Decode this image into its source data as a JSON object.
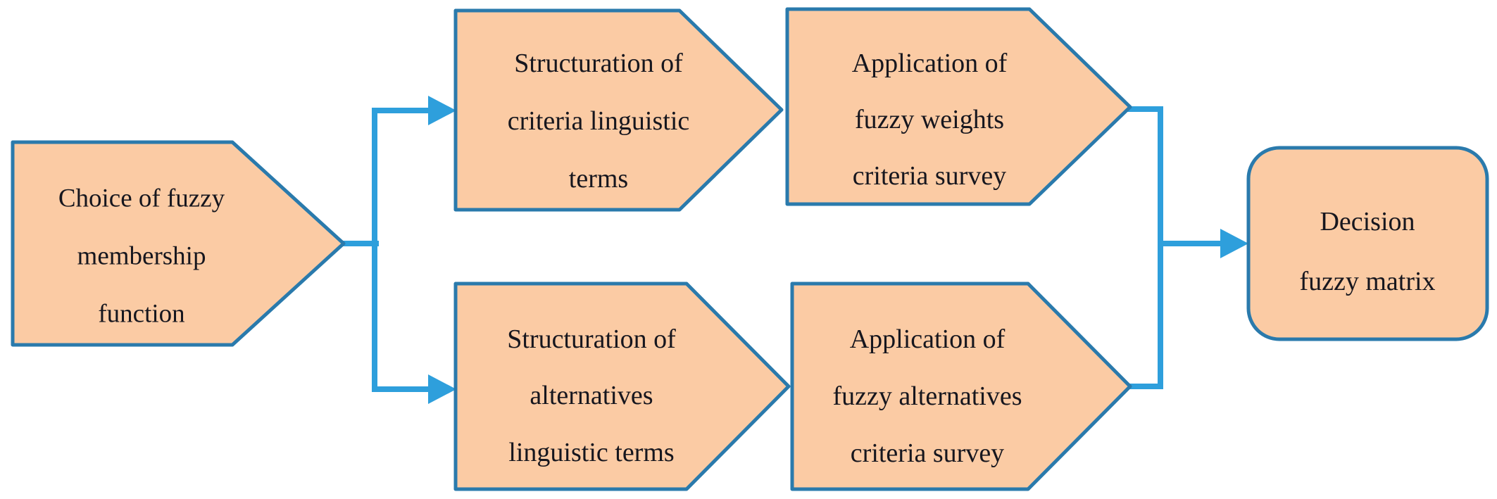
{
  "nodes": {
    "choice": {
      "name": "choice-of-fuzzy-membership-function",
      "lines": [
        "Choice of fuzzy",
        "membership",
        "function"
      ]
    },
    "criteria_terms": {
      "name": "structuration-of-criteria-linguistic-terms",
      "lines": [
        "Structuration of",
        "criteria linguistic",
        "terms"
      ]
    },
    "weights_survey": {
      "name": "application-of-fuzzy-weights-criteria-survey",
      "lines": [
        "Application of",
        "fuzzy weights",
        "criteria survey"
      ]
    },
    "alternatives_terms": {
      "name": "structuration-of-alternatives-linguistic-terms",
      "lines": [
        "Structuration of",
        "alternatives",
        "linguistic terms"
      ]
    },
    "alternatives_survey": {
      "name": "application-of-fuzzy-alternatives-criteria-survey",
      "lines": [
        "Application of",
        "fuzzy alternatives",
        "criteria survey"
      ]
    },
    "decision": {
      "name": "decision-fuzzy-matrix",
      "lines": [
        "Decision",
        "fuzzy matrix"
      ]
    }
  },
  "colors": {
    "node_fill": "#FBCBA4",
    "node_border": "#2A7AAC",
    "connector": "#2E9FDC",
    "text": "#16161E",
    "page_bg": "#FFFFFF"
  }
}
